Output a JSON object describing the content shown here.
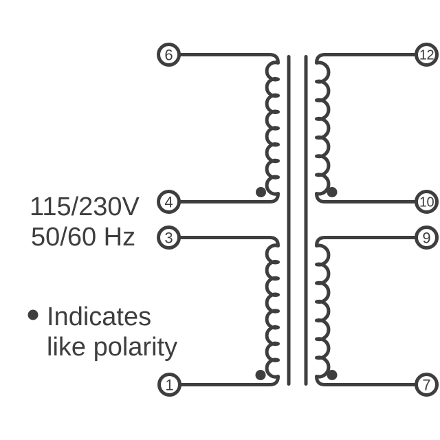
{
  "diagram": {
    "type": "transformer-wiring-schematic",
    "annotations": {
      "voltage": "115/230V",
      "frequency": "50/60 Hz",
      "polarity_note_line1": "Indicates",
      "polarity_note_line2": "like polarity"
    },
    "terminals": {
      "t6": "6",
      "t4": "4",
      "t3": "3",
      "t1": "1",
      "t12": "12",
      "t10": "10",
      "t9": "9",
      "t7": "7"
    },
    "windings": [
      {
        "side": "primary",
        "position": "upper",
        "from_terminal": "6",
        "to_terminal": "4",
        "polarity_dot_near": "4"
      },
      {
        "side": "primary",
        "position": "lower",
        "from_terminal": "3",
        "to_terminal": "1",
        "polarity_dot_near": "1"
      },
      {
        "side": "secondary",
        "position": "upper",
        "from_terminal": "12",
        "to_terminal": "10",
        "polarity_dot_near": "10"
      },
      {
        "side": "secondary",
        "position": "lower",
        "from_terminal": "9",
        "to_terminal": "7",
        "polarity_dot_near": "7"
      }
    ],
    "colors": {
      "line": "#3e3e3e",
      "background": "#ffffff"
    }
  }
}
